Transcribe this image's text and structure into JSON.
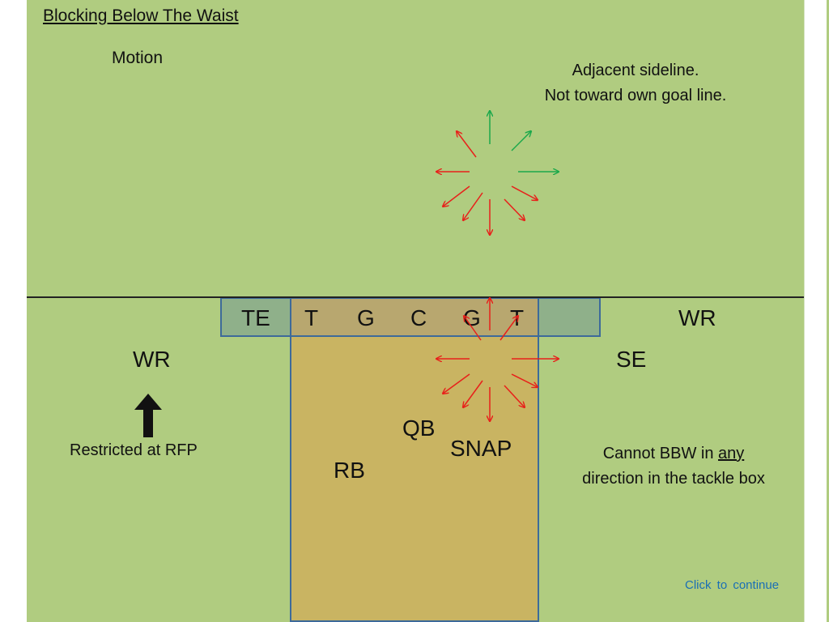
{
  "title": "Blocking Below The Waist",
  "motion_label": "Motion",
  "motion_note": {
    "line1": "Adjacent sideline.",
    "line2": "Not toward own goal line."
  },
  "formation": {
    "te": "TE",
    "t_left": "T",
    "g_left": "G",
    "c": "C",
    "g_right": "G",
    "t_right": "T",
    "wr_right": "WR",
    "wr_left": "WR",
    "se": "SE",
    "qb": "QB",
    "rb": "RB"
  },
  "snap_label": "SNAP",
  "restricted_label": "Restricted at RFP",
  "bbw_note": {
    "part1": "Cannot BBW in ",
    "emphasis": "any",
    "line2": "direction in the tackle box"
  },
  "continue_link": "Click  to  continue",
  "colors": {
    "field": "#b0cc80",
    "line_box": "#8fb08a",
    "tackle_box": "#c9b462",
    "box_border": "#3d6a9a",
    "allowed_arrow": "#1aa84a",
    "disallowed_arrow": "#e8201a",
    "link": "#1a6fb5"
  },
  "icons": {
    "up_arrow": "black-up-arrow-icon"
  }
}
